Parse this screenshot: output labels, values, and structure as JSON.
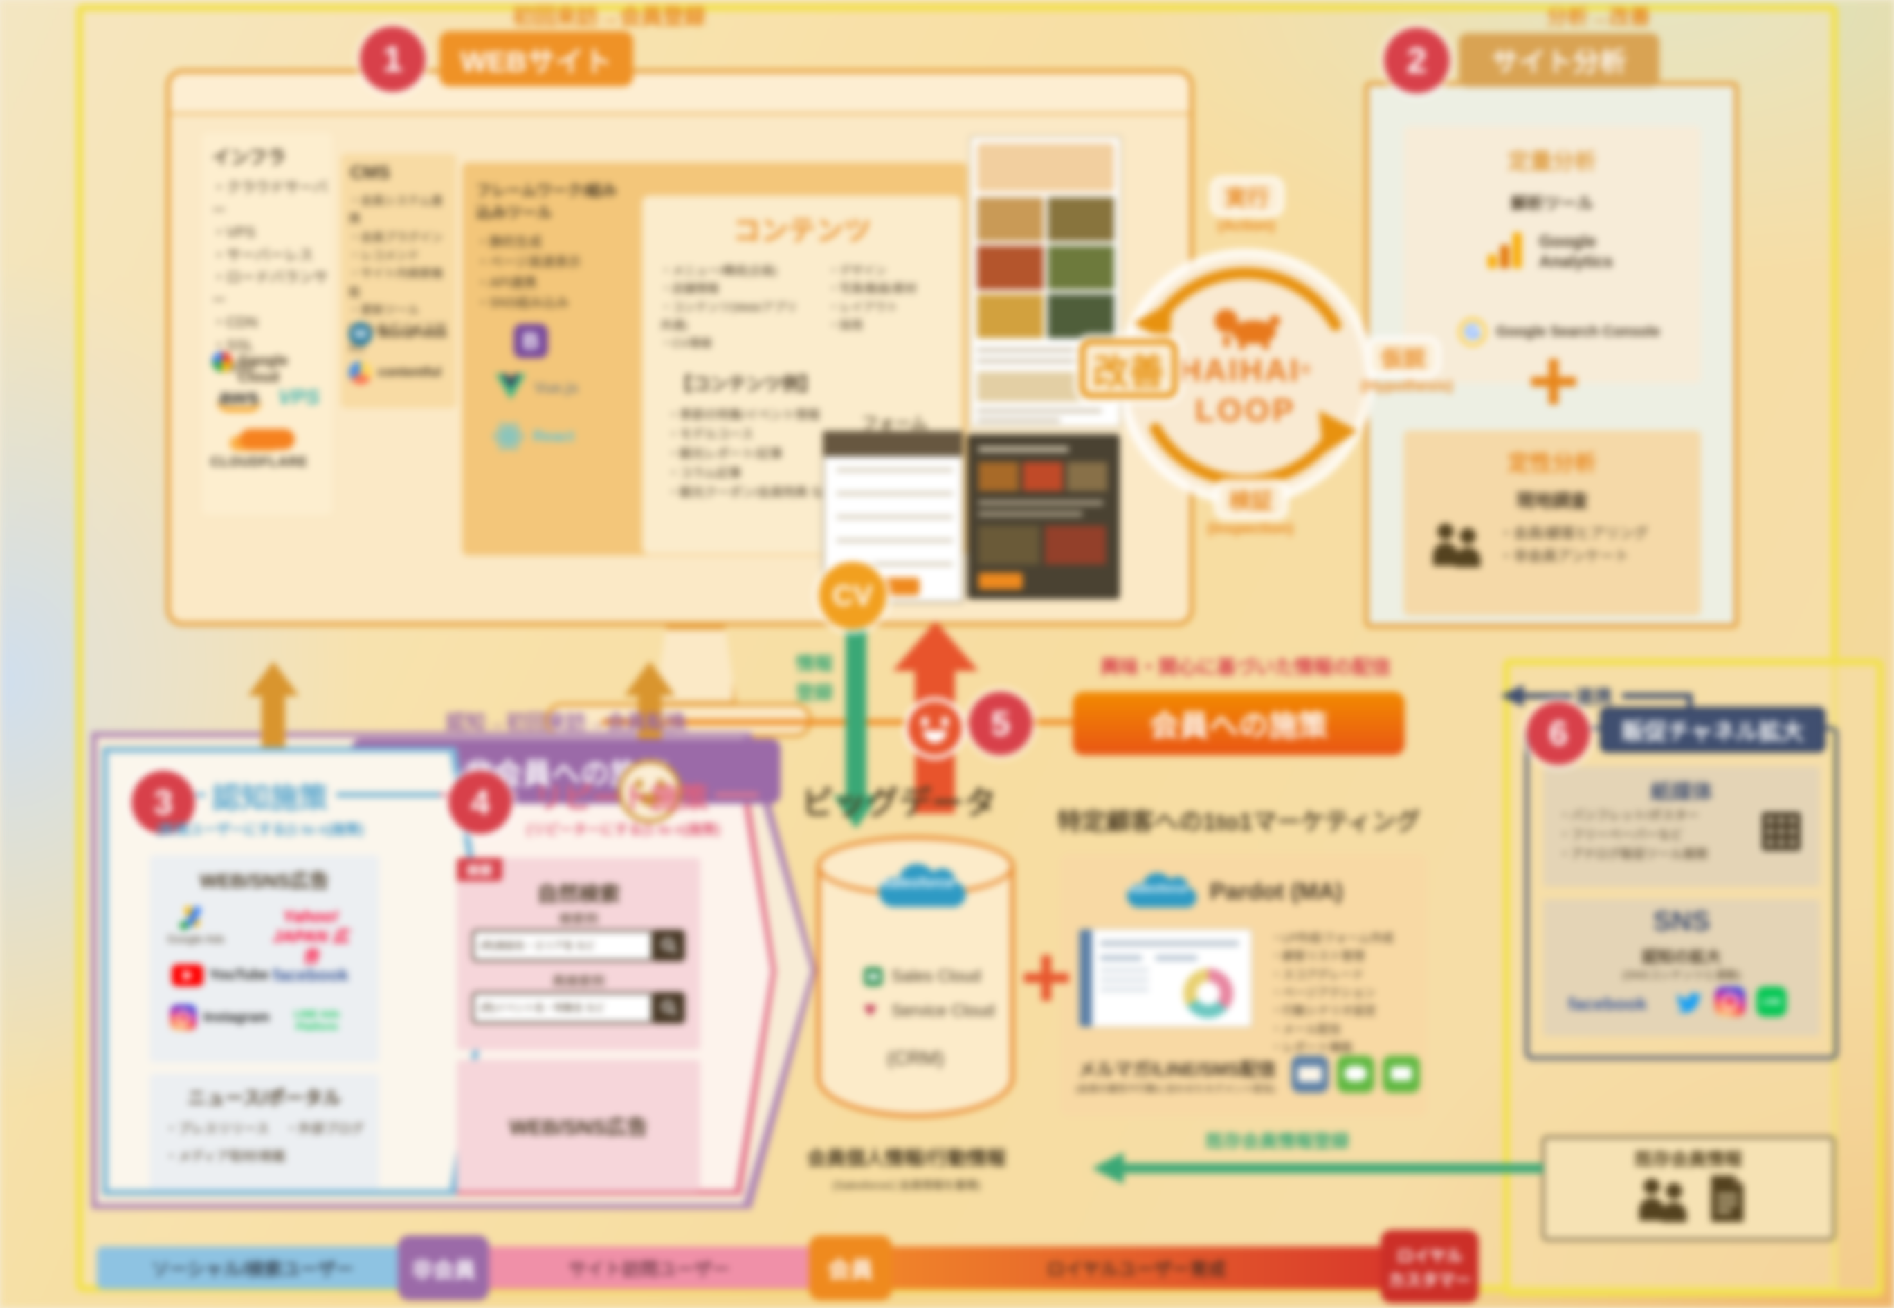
{
  "colors": {
    "accent_orange": "#ef9226",
    "badge_red": "#d8404a",
    "loop_orange": "#e8920f",
    "purple": "#9b6aa8",
    "blue": "#5ba7ce",
    "pink": "#e0607a",
    "green": "#3aa876",
    "navy": "#404f70",
    "frame_yellow": "#f2e14d",
    "salesforce_blue": "#2e9ac4"
  },
  "header": {
    "s1_flow": "初回来訪→会員登録",
    "s2_flow": "分析→改善"
  },
  "website": {
    "num": "1",
    "label": "WEBサイト",
    "infra": {
      "title": "インフラ",
      "items": [
        "・クラウドサーバー",
        "・VPS",
        "・サーバーレス",
        "・ロードバランサー",
        "・CDN",
        "・SSL",
        "・WAF"
      ],
      "logo_google_cloud": "Google Cloud",
      "logo_aws": "aws",
      "logo_vps": "VPS",
      "logo_cloudflare": "CLOUDFLARE"
    },
    "cms": {
      "title": "CMS",
      "items": [
        "・会員システム連携",
        "・会員プラグイン",
        "・レコメンド",
        "・サイト内検索機能",
        "・更新ツール",
        "(マルチデバイス対応)"
      ],
      "wordpress_initial": "W",
      "logo_wordpress": "WordPress",
      "logo_contentful": "contentful"
    },
    "framework": {
      "title": "フレームワーク/組み込みツール",
      "items": [
        "・静的生成",
        "・ページ高速表示",
        "・API連携",
        "・SNS組み込み"
      ],
      "bootstrap_initial": "B",
      "logo_vue": "Vue.js",
      "logo_react": "React"
    },
    "contents": {
      "title": "コンテンツ",
      "col1": [
        "・メニュー/構成(企画)",
        "・店舗情報",
        "・コンテンツ(Web/アプリ共通)",
        "・CV導線"
      ],
      "col2": [
        "・デザイン",
        "・写真/動画/素材",
        "・レイアウト",
        "・採用"
      ],
      "example_title": "【コンテンツ例】",
      "examples": [
        "・季節の特集/イベント情報",
        "・モデルコース",
        "・観光レポート/記事",
        "・コラム記事",
        "・観光クーポン/会員特典 など"
      ]
    },
    "form_label": "フォーム",
    "cv": "CV"
  },
  "analysis": {
    "num": "2",
    "label": "サイト分析",
    "quant": {
      "title": "定量分析",
      "subtitle": "解析ツール",
      "logo_ga": "Google Analytics",
      "gsc_initial": "G",
      "logo_gsc": "Google Search Console"
    },
    "plus": "+",
    "qual": {
      "title": "定性分析",
      "subtitle": "現地調査",
      "items": [
        "・会員/顧客ヒアリング",
        "・非会員アンケート"
      ]
    }
  },
  "loop": {
    "improve": "改善",
    "top": "実行",
    "top_en": "(Action)",
    "brand1": "HAIHAI",
    "reg": "®",
    "brand2": "LOOP",
    "right": "仮説",
    "right_en": "(Hypothesis)",
    "bottom": "検証",
    "bottom_en": "(Inspection)"
  },
  "mid": {
    "nonmember_flow": "認知→初回来訪→会員転換",
    "nonmember_label": "非会員への施策",
    "info1": "情報",
    "info2": "登録",
    "member_flow": "興味・関心に基づいた情報の配信",
    "member_num": "5",
    "member_label": "会員への施策"
  },
  "acquisition": {
    "num": "3",
    "label": "認知施策",
    "sub": "(新規ユーザーにする(1 to n)施策)",
    "ads": {
      "title": "WEB/SNS広告",
      "logo_google_ads": "Google Ads",
      "logo_yahoo": "Yahoo! JAPAN 広告",
      "logo_youtube": "YouTube",
      "logo_facebook": "facebook",
      "logo_instagram": "Instagram",
      "logo_line": "LINE Ads Platform"
    },
    "news": {
      "title": "ニュース/ポータル",
      "items": [
        "・プレスリリース",
        "・外部ブログ",
        "・メディア取材/掲載"
      ]
    }
  },
  "repeat": {
    "num": "4",
    "label": "リピート施策",
    "sub": "(リピーターにする(1 to n)施策)",
    "search": {
      "tag": "検索",
      "title": "自然検索",
      "label1": "検索例",
      "query1": "(例)施設名・エリア名 など",
      "label2": "再検索例",
      "query2": "(例)イベント名・特集名 など"
    },
    "ads_title": "WEB/SNS広告"
  },
  "bigdata": {
    "title": "ビッグデータ",
    "logo_salesforce": "salesforce",
    "sales_cloud": "Sales Cloud",
    "service_cloud": "Service Cloud",
    "crm": "(CRM)",
    "note1": "会員個人情報/行動情報",
    "note2": "(Salesforceに会員情報を蓄積)"
  },
  "one_to_one": {
    "plus": "+",
    "title": "特定顧客への1to1マーケティング",
    "logo_salesforce": "salesforce",
    "product": "Pardot (MA)",
    "features": [
      "・LP作成/フォーム作成",
      "・顧客リスト管理",
      "・スコアグレード",
      "・ページアクション",
      "・行動シナリオ設定",
      "・メール配信",
      "・レポート機能"
    ],
    "delivery": "メルマガ/LINE/SMS配信",
    "delivery_note": "(会員の属性や行動に合わせたセグメント配信)"
  },
  "channel": {
    "renkei": "連携",
    "num": "6",
    "label": "販促チャネル拡大",
    "paper": {
      "title": "紙媒体",
      "items": [
        "・パンフレット/ポスター",
        "・フリーペーパーなど",
        "・アナログ販促ツール展開"
      ]
    },
    "sns": {
      "title": "SNS",
      "sub": "認知の拡大",
      "note": "(SNSコンテンツと連動)",
      "logo_facebook": "facebook",
      "logo_instagram": "Instagram",
      "logo_line": "LINE"
    }
  },
  "existing": {
    "register_label": "既存会員情報登録",
    "box_title": "既存会員情報"
  },
  "bottom_bar": {
    "seg1": "ソーシャル/検索ユーザー",
    "badge1": "非会員",
    "seg2": "サイト訪問ユーザー",
    "badge2": "会員",
    "seg3": "ロイヤルユーザー育成",
    "badge3a": "ロイヤル",
    "badge3b": "カスタマー"
  }
}
